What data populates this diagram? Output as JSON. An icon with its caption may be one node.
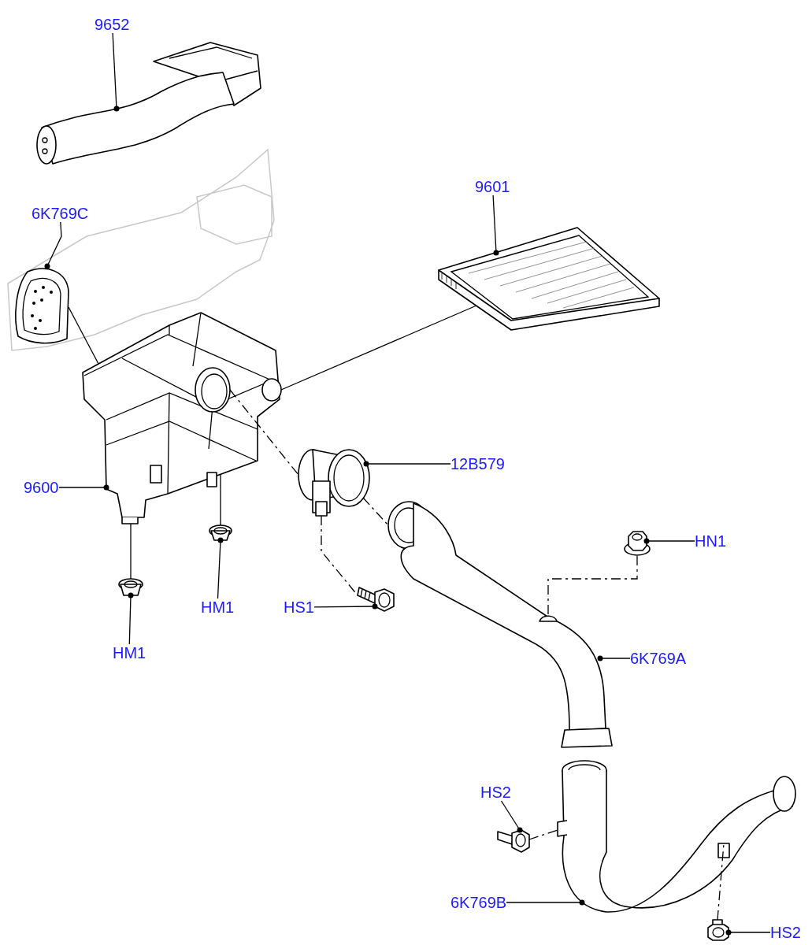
{
  "diagram": {
    "nodes": [
      {
        "text": [
          "9652"
        ]
      },
      {
        "text": [],
        "shape": "picture"
      },
      {
        "text": [
          "6K769C"
        ]
      },
      {
        "text": [],
        "shape": "picture"
      },
      {
        "text": [
          "9601"
        ]
      },
      {
        "text": [],
        "shape": "picture"
      },
      {
        "text": [
          "9600"
        ]
      },
      {
        "text": [],
        "shape": "picture"
      },
      {
        "text": [
          "12B579"
        ]
      },
      {
        "text": [],
        "shape": "picture"
      },
      {
        "text": [
          "6K769A"
        ]
      },
      {
        "text": [],
        "shape": "picture"
      },
      {
        "text": [
          "HN1"
        ]
      },
      {
        "text": [],
        "shape": "picture"
      },
      {
        "text": [
          "HM1"
        ]
      },
      {
        "text": [],
        "shape": "picture"
      },
      {
        "text": [
          "HS1"
        ]
      },
      {
        "text": [],
        "shape": "picture"
      },
      {
        "text": [
          "HM1"
        ]
      },
      {
        "text": [],
        "shape": "picture"
      },
      {
        "text": [
          "HS2"
        ]
      },
      {
        "text": [],
        "shape": "picture"
      },
      {
        "text": [
          "6K769B"
        ]
      },
      {
        "text": [],
        "shape": "picture"
      },
      {
        "text": [
          "HS2"
        ]
      },
      {
        "text": [],
        "shape": "picture"
      }
    ],
    "edges": [
      {
        "from": 0,
        "to": 1,
        "arrow": "other"
      },
      {
        "from": 2,
        "to": 3,
        "arrow": "other"
      },
      {
        "from": 4,
        "to": 5,
        "arrow": "other"
      },
      {
        "from": 6,
        "to": 7,
        "arrow": "other"
      },
      {
        "from": 8,
        "to": 9,
        "arrow": "other"
      },
      {
        "from": 10,
        "to": 11,
        "arrow": "other"
      },
      {
        "from": 12,
        "to": 13,
        "arrow": "other"
      },
      {
        "from": 14,
        "to": 15,
        "arrow": "other"
      },
      {
        "from": 16,
        "to": 17,
        "arrow": "other"
      },
      {
        "from": 18,
        "to": 19,
        "arrow": "other"
      },
      {
        "from": 20,
        "to": 21,
        "arrow": "other"
      },
      {
        "from": 22,
        "to": 23,
        "arrow": "other"
      },
      {
        "from": 24,
        "to": 25,
        "arrow": "other"
      },
      {
        "from": 3,
        "to": 7,
        "arrow": "none"
      },
      {
        "from": 5,
        "to": 7,
        "arrow": "none"
      },
      {
        "from": 7,
        "to": 9,
        "arrow": "none",
        "style": "dashed"
      },
      {
        "from": 9,
        "to": 17,
        "arrow": "none",
        "style": "dashed"
      },
      {
        "from": 9,
        "to": 11,
        "arrow": "none",
        "style": "dashed"
      },
      {
        "from": 13,
        "to": 11,
        "arrow": "none",
        "style": "dashed"
      },
      {
        "from": 15,
        "to": 7,
        "arrow": "none"
      },
      {
        "from": 19,
        "to": 7,
        "arrow": "none"
      },
      {
        "from": 21,
        "to": 23,
        "arrow": "none",
        "style": "dashed"
      },
      {
        "from": 25,
        "to": 23,
        "arrow": "none",
        "style": "dashed"
      }
    ]
  }
}
